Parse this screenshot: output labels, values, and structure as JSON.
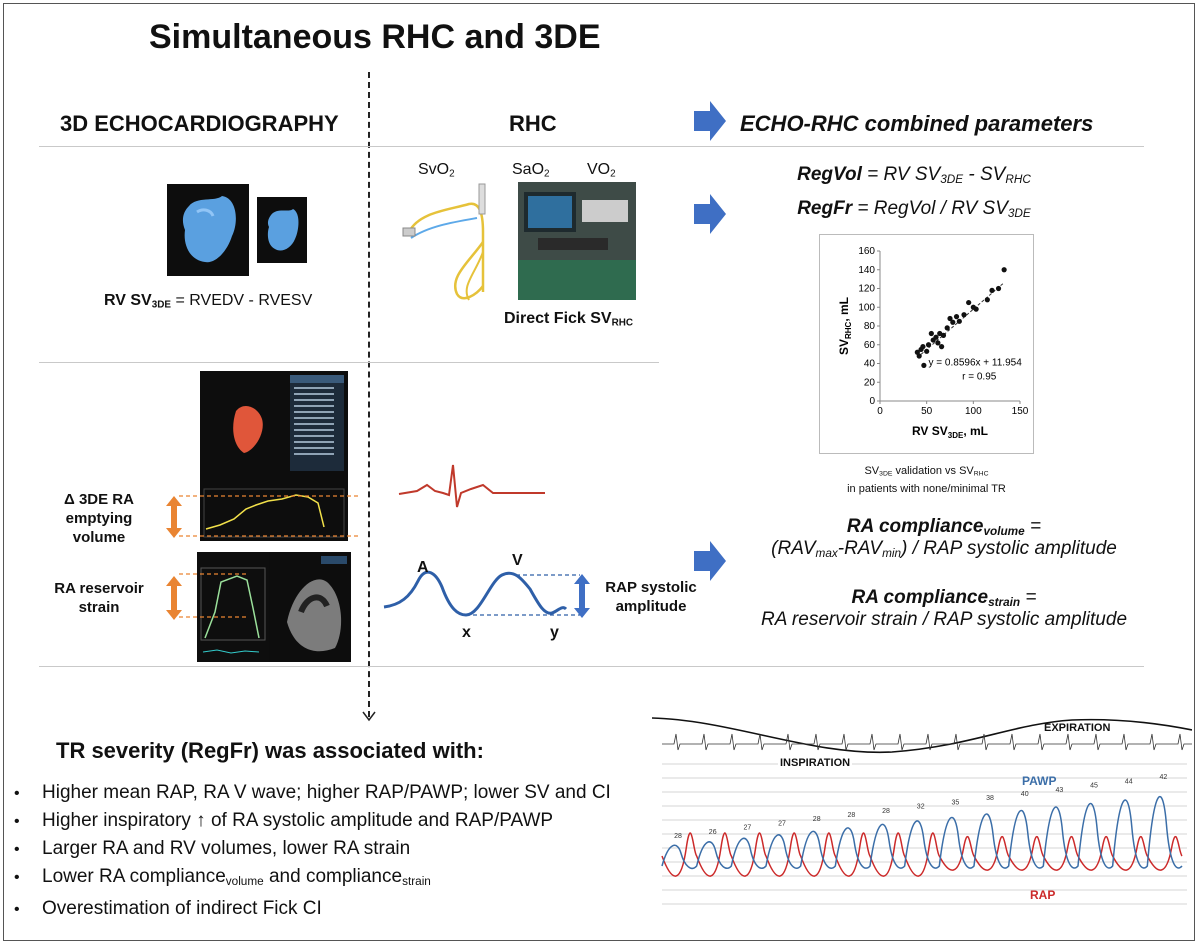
{
  "title": "Simultaneous RHC and 3DE",
  "columns": {
    "echo": "3D ECHOCARDIOGRAPHY",
    "rhc": "RHC",
    "combined": "ECHO-RHC combined parameters"
  },
  "echo_section": {
    "sv_label": "RV SV",
    "sv_sub": "3DE",
    "sv_rest": "= RVEDV - RVESV",
    "ra_volume_label_1": "Δ 3DE RA",
    "ra_volume_label_2": "emptying",
    "ra_volume_label_3": "volume",
    "ra_strain_label_1": "RA reservoir",
    "ra_strain_label_2": "strain"
  },
  "rhc_section": {
    "svo2": "SvO",
    "svo2_sub": "2",
    "sao2": "SaO",
    "sao2_sub": "2",
    "vo2": "VO",
    "vo2_sub": "2",
    "fick_label": "Direct Fick SV",
    "fick_sub": "RHC",
    "wave_a": "A",
    "wave_v": "V",
    "wave_x": "x",
    "wave_y": "y",
    "rap_label_1": "RAP systolic",
    "rap_label_2": "amplitude"
  },
  "combined_section": {
    "regvol_name": "RegVol",
    "regvol_eq": "= RV SV",
    "regvol_sub1": "3DE",
    "regvol_mid": " - SV",
    "regvol_sub2": "RHC",
    "regfr_name": "RegFr",
    "regfr_eq": "= RegVol / RV SV",
    "regfr_sub": "3DE",
    "compl_vol_name": "RA compliance",
    "compl_vol_sub": "volume",
    "compl_vol_eq_a": "(RAV",
    "compl_vol_max": "max",
    "compl_vol_mid": "-RAV",
    "compl_vol_min": "min",
    "compl_vol_end": ") / RAP systolic amplitude",
    "compl_strain_name": "RA compliance",
    "compl_strain_sub": "strain",
    "compl_strain_eq": "RA reservoir strain / RAP systolic amplitude",
    "equals": "="
  },
  "scatter_caption_1a": "SV",
  "scatter_caption_1sub": "3DE",
  "scatter_caption_1b": " validation vs SV",
  "scatter_caption_1sub2": "RHC",
  "scatter_caption_2": "in patients with none/minimal TR",
  "chart_data": {
    "type": "scatter",
    "xlabel": "RV SV",
    "xlabel_sub": "3DE",
    "xlabel_unit": ", mL",
    "ylabel": "SV",
    "ylabel_sub": "RHC",
    "ylabel_unit": ", mL",
    "xlim": [
      0,
      150
    ],
    "ylim": [
      0,
      160
    ],
    "xticks": [
      0,
      50,
      100,
      150
    ],
    "yticks": [
      0,
      20,
      40,
      60,
      80,
      100,
      120,
      140,
      160
    ],
    "equation": "y = 0.8596x + 11.954",
    "r_text": "r = 0.95",
    "trendline": {
      "slope": 0.8596,
      "intercept": 11.954,
      "x": [
        40,
        133
      ]
    },
    "points": [
      [
        40,
        52
      ],
      [
        42,
        48
      ],
      [
        44,
        55
      ],
      [
        46,
        58
      ],
      [
        47,
        38
      ],
      [
        50,
        53
      ],
      [
        52,
        60
      ],
      [
        55,
        72
      ],
      [
        57,
        65
      ],
      [
        60,
        68
      ],
      [
        62,
        62
      ],
      [
        64,
        72
      ],
      [
        66,
        58
      ],
      [
        68,
        70
      ],
      [
        72,
        78
      ],
      [
        75,
        88
      ],
      [
        78,
        84
      ],
      [
        82,
        90
      ],
      [
        85,
        85
      ],
      [
        90,
        92
      ],
      [
        95,
        105
      ],
      [
        100,
        100
      ],
      [
        103,
        98
      ],
      [
        115,
        108
      ],
      [
        120,
        118
      ],
      [
        127,
        120
      ],
      [
        133,
        140
      ]
    ]
  },
  "tr_section": {
    "heading": "TR severity (RegFr) was associated with:",
    "bullets": [
      {
        "text": "Higher mean RAP, RA V wave; higher RAP/PAWP; lower SV and CI"
      },
      {
        "text": "Higher inspiratory ↑ of RA systolic amplitude and RAP/PAWP"
      },
      {
        "text": "Larger RA and RV volumes, lower RA strain"
      },
      {
        "text_a": "Lower RA compliance",
        "sub_a": "volume",
        "text_b": " and compliance",
        "sub_b": "strain"
      },
      {
        "text": "Overestimation of indirect Fick CI"
      }
    ]
  },
  "tracing": {
    "expiration": "EXPIRATION",
    "inspiration": "INSPIRATION",
    "pawp": "PAWP",
    "rap": "RAP",
    "peak_labels": [
      "28",
      "26",
      "27",
      "27",
      "28",
      "28",
      "28",
      "32",
      "35",
      "38",
      "40",
      "43",
      "45",
      "44",
      "42"
    ]
  },
  "colors": {
    "arrow_blue": "#3f6fc4",
    "orange": "#e98432",
    "pawp_blue": "#3b6ea8",
    "rap_red": "#cc2a2a",
    "ecg_red": "#c0392b",
    "rv_blue": "#5aa0e0"
  }
}
